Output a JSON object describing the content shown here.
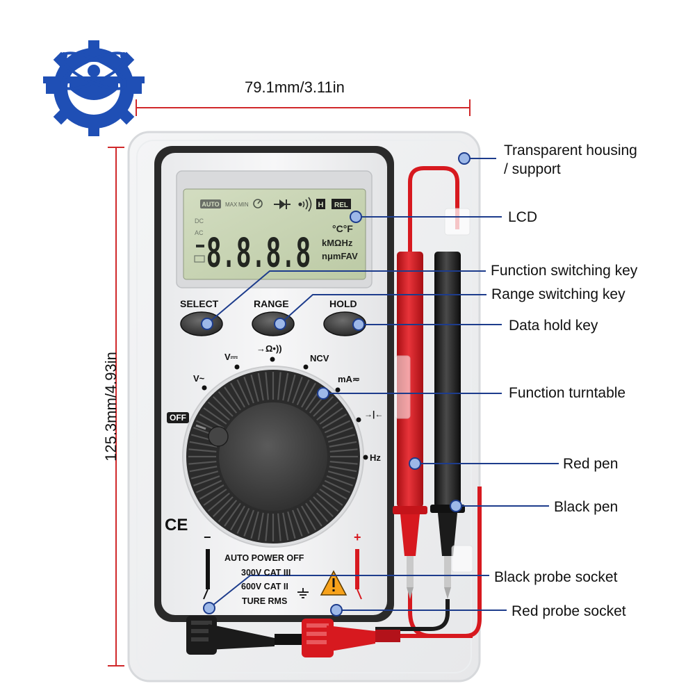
{
  "dimensions": {
    "width": "79.1mm/3.11in",
    "height": "125.3mm/4.93in"
  },
  "lcd": {
    "indicators": [
      "AUTO",
      "MAX",
      "MIN",
      "H",
      "REL"
    ],
    "left_marks": [
      "DC",
      "AC"
    ],
    "digits": "8.8.8.8",
    "units_line1": "°C°F",
    "units_line2": "kMΩHz",
    "units_line3": "nμmFAV"
  },
  "buttons": {
    "select": "SELECT",
    "range": "RANGE",
    "hold": "HOLD"
  },
  "dial": {
    "off": "OFF",
    "v_ac": "V~",
    "v_dc": "V⎓",
    "diode_ohm": "→Ω•))",
    "ncv": "NCV",
    "ma": "mA≂",
    "cap": "→|←",
    "hz": "Hz"
  },
  "panel": {
    "ce_mark": "CE",
    "minus": "−",
    "plus": "+",
    "auto_power_off": "AUTO POWER OFF",
    "cat3": "300V CAT III",
    "cat2": "600V CAT II",
    "true_rms": "TURE RMS"
  },
  "callouts": {
    "housing_line1": "Transparent housing",
    "housing_line2": "/ support",
    "lcd": "LCD",
    "function_key": "Function switching key",
    "range_key": "Range switching key",
    "hold_key": "Data hold key",
    "turntable": "Function turntable",
    "red_pen": "Red pen",
    "black_pen": "Black pen",
    "black_socket": "Black probe socket",
    "red_socket": "Red probe socket"
  },
  "colors": {
    "dimension_line": "#d0282a",
    "callout_line": "#1d3c8c",
    "logo_blue": "#1f4fb5",
    "lcd_green": "#c9d6b4",
    "probe_red": "#d7191f",
    "probe_black": "#1b1b1b"
  }
}
